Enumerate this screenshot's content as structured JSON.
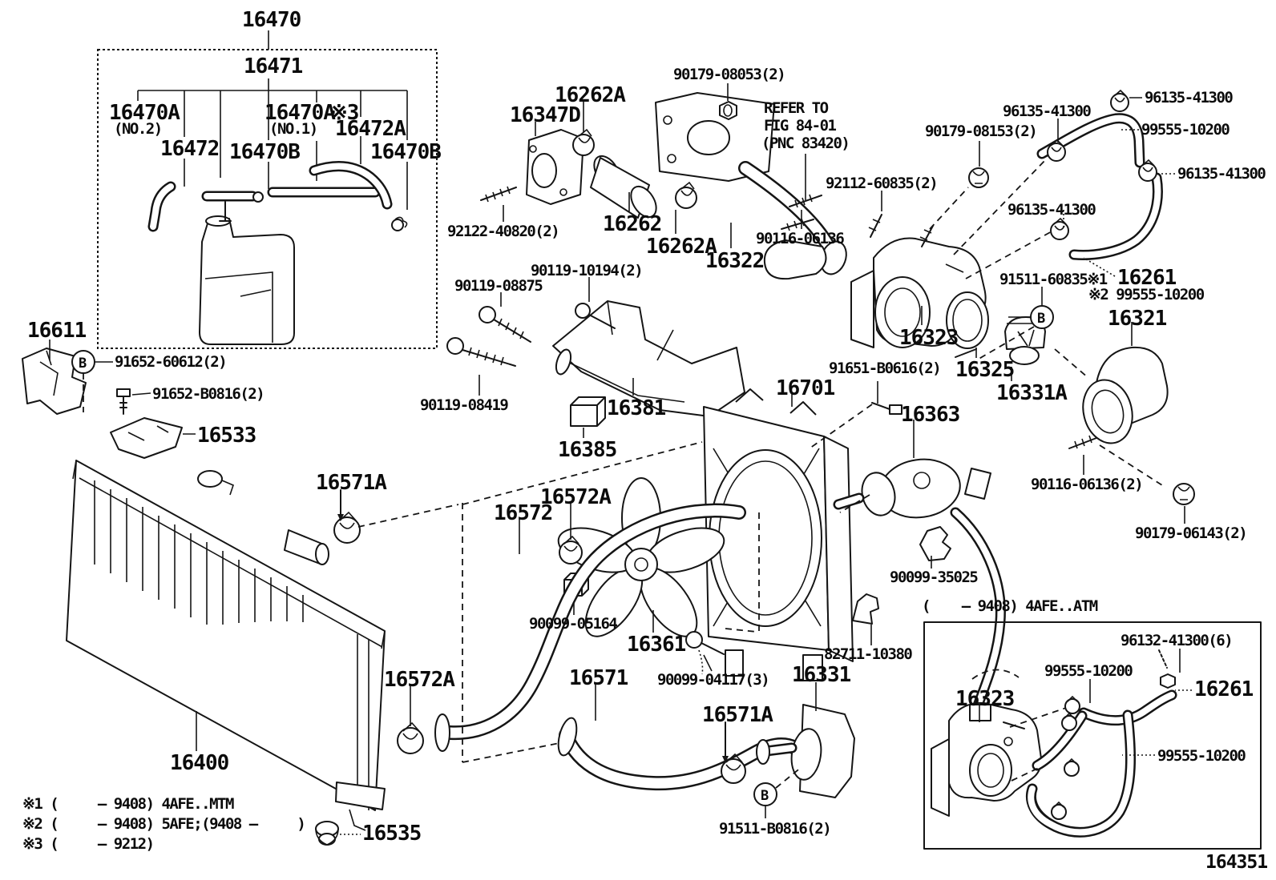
{
  "document": {
    "type": "parts-diagram",
    "figure_number": "164351",
    "ink_color": "#151515",
    "connector_symbol": "B",
    "notes": [
      "※1 (     – 9408) 4AFE..MTM",
      "※2 (     – 9408) 5AFE;(9408 –     )",
      "※3 (     – 9212)"
    ],
    "inset_caption": "(    – 9408) 4AFE..ATM",
    "refer_note": {
      "line1": "REFER TO",
      "line2": "FIG 84-01",
      "line3": "(PNC 83420)"
    }
  },
  "labels": [
    {
      "text": "16470"
    },
    {
      "text": "16471"
    },
    {
      "text": "16470A"
    },
    {
      "text": "(NO.2)"
    },
    {
      "text": "16470A"
    },
    {
      "text": "※3"
    },
    {
      "text": "(NO.1)"
    },
    {
      "text": "16472A"
    },
    {
      "text": "16472"
    },
    {
      "text": "16470B"
    },
    {
      "text": "16470B"
    },
    {
      "text": "16611"
    },
    {
      "text": "91652-60612(2)"
    },
    {
      "text": "91652-B0816(2)"
    },
    {
      "text": "16533"
    },
    {
      "text": "16400"
    },
    {
      "text": "16535"
    },
    {
      "text": "16347D"
    },
    {
      "text": "16262A"
    },
    {
      "text": "90179-08053(2)"
    },
    {
      "text": "92122-40820(2)"
    },
    {
      "text": "16262"
    },
    {
      "text": "16262A"
    },
    {
      "text": "16322"
    },
    {
      "text": "90116-06136"
    },
    {
      "text": "90119-08875"
    },
    {
      "text": "90119-10194(2)"
    },
    {
      "text": "90119-08419"
    },
    {
      "text": "16381"
    },
    {
      "text": "16385"
    },
    {
      "text": "96135-41300"
    },
    {
      "text": "96135-41300"
    },
    {
      "text": "99555-10200"
    },
    {
      "text": "90179-08153(2)"
    },
    {
      "text": "96135-41300"
    },
    {
      "text": "92112-60835(2)"
    },
    {
      "text": "96135-41300"
    },
    {
      "text": "91511-60835※1"
    },
    {
      "text": "16261"
    },
    {
      "text": "※2 99555-10200"
    },
    {
      "text": "16321"
    },
    {
      "text": "16323"
    },
    {
      "text": "91651-B0616(2)"
    },
    {
      "text": "16325"
    },
    {
      "text": "16331A"
    },
    {
      "text": "16701"
    },
    {
      "text": "16363"
    },
    {
      "text": "90116-06136(2)"
    },
    {
      "text": "90179-06143(2)"
    },
    {
      "text": "90099-35025"
    },
    {
      "text": "16571A"
    },
    {
      "text": "16572"
    },
    {
      "text": "16572A"
    },
    {
      "text": "90099-05164"
    },
    {
      "text": "16361"
    },
    {
      "text": "16571"
    },
    {
      "text": "16572A"
    },
    {
      "text": "90099-04117(3)"
    },
    {
      "text": "82711-10380"
    },
    {
      "text": "16331"
    },
    {
      "text": "16571A"
    },
    {
      "text": "91511-B0816(2)"
    },
    {
      "text": "96132-41300(6)"
    },
    {
      "text": "99555-10200"
    },
    {
      "text": "16323"
    },
    {
      "text": "16261"
    },
    {
      "text": "99555-10200"
    }
  ]
}
